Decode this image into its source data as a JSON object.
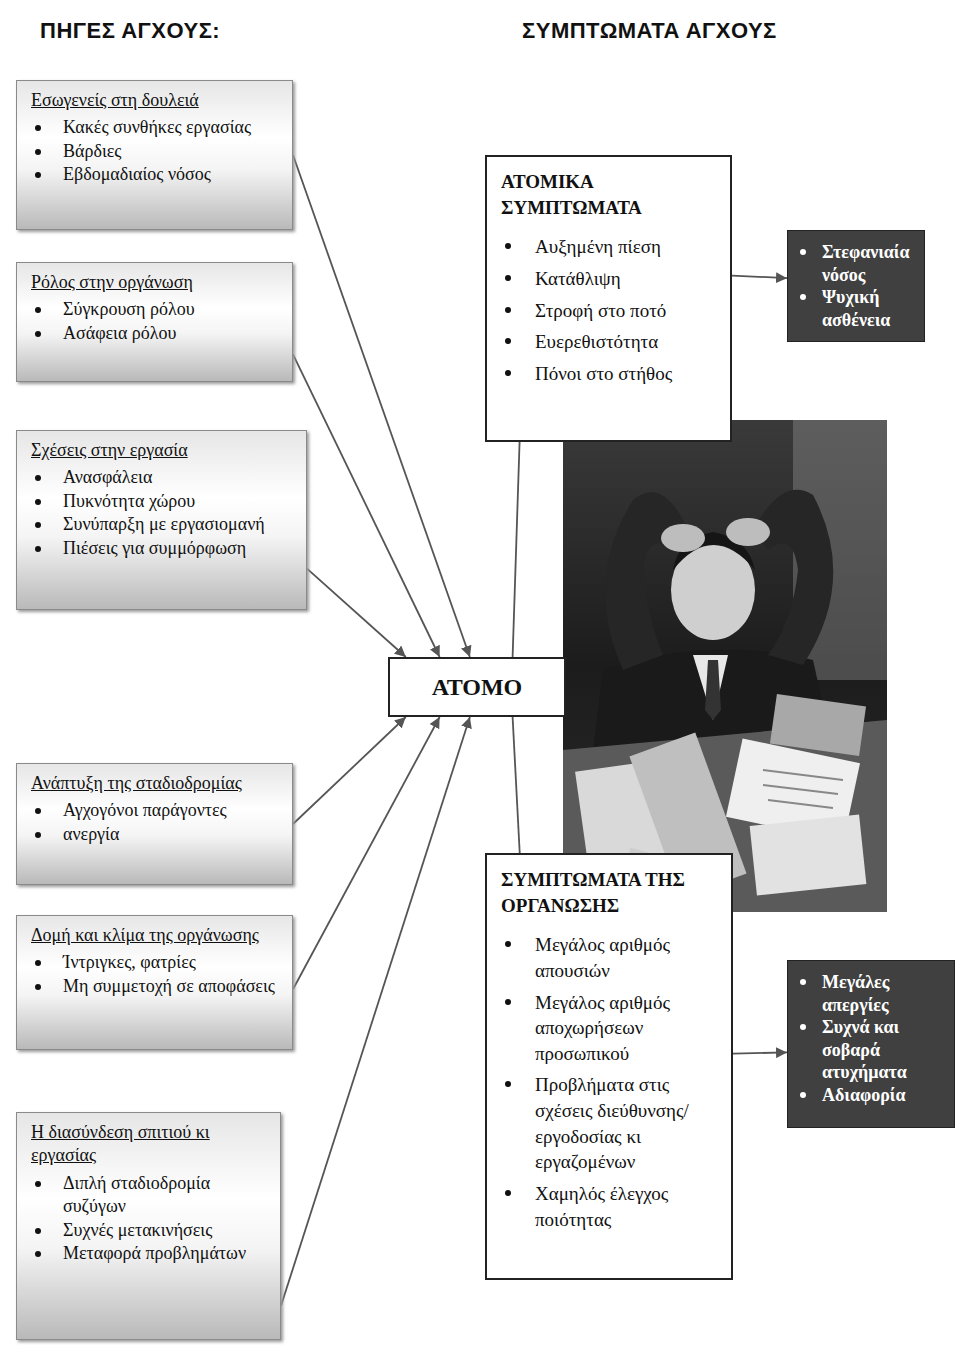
{
  "diagram": {
    "nodes": [
      {
        "text": [
          "Εσωγενείς στη δουλειά",
          "Κακές συνθήκες εργασίας",
          "Βάρδιες",
          "Εβδομαδιαίος νόσος"
        ]
      },
      {
        "text": [
          "Ρόλος στην οργάνωση",
          "Σύγκρουση ρόλου",
          "Ασάφεια ρόλου"
        ]
      },
      {
        "text": [
          "Σχέσεις στην εργασία",
          "Ανασφάλεια",
          "Πυκνότητα χώρου",
          "Συνύπαρξη με εργασιομανή",
          "Πιέσεις για συμμόρφωση"
        ]
      },
      {
        "text": [
          "Ανάπτυξη της σταδιοδρομίας",
          "Αγχογόνοι παράγοντες",
          "ανεργία"
        ]
      },
      {
        "text": [
          "Δομή και κλίμα της οργάνωσης",
          "Ίντριγκες, φατρίες",
          "Μη συμμετοχή σε αποφάσεις"
        ]
      },
      {
        "text": [
          "Η διασύνδεση σπιτιού κι εργασίας",
          "Διπλή σταδιοδρομία συζύγων",
          "Συχνές μετακινήσεις",
          "Μεταφορά προβλημάτων"
        ]
      },
      {
        "text": [
          "ΑΤΟΜΟ"
        ]
      },
      {
        "text": [
          "ΑΤΟΜΙΚΑ ΣΥΜΠΤΩΜΑΤΑ",
          "Αυξημένη πίεση",
          "Κατάθλιψη",
          "Στροφή στο ποτό",
          "Ευερεθιστότητα",
          "Πόνοι στο στήθος"
        ]
      },
      {
        "text": [
          "Στεφανιαία νόσος",
          "Ψυχική ασθένεια"
        ]
      },
      {
        "text": [
          "ΣΥΜΠΤΩΜΑΤΑ ΤΗΣ ΟΡΓΑΝΩΣΗΣ",
          "Μεγάλος αριθμός απουσιών",
          "Μεγάλος αριθμός αποχωρήσεων προσωπικού",
          "Προβλήματα στις σχέσεις διεύθυνσης/ εργοδοσίας κι εργαζομένων",
          "Χαμηλός έλεγχος ποιότητας"
        ]
      },
      {
        "text": [
          "Μεγάλες απεργίες",
          "Συχνά και σοβαρά ατυχήματα",
          "Αδιαφορία"
        ]
      }
    ],
    "edges": [
      {
        "from": 0,
        "to": 6,
        "arrow": "to"
      },
      {
        "from": 1,
        "to": 6,
        "arrow": "to"
      },
      {
        "from": 2,
        "to": 6,
        "arrow": "to"
      },
      {
        "from": 3,
        "to": 6,
        "arrow": "to"
      },
      {
        "from": 4,
        "to": 6,
        "arrow": "to"
      },
      {
        "from": 5,
        "to": 6,
        "arrow": "to"
      },
      {
        "from": 6,
        "to": 7,
        "arrow": "none"
      },
      {
        "from": 6,
        "to": 9,
        "arrow": "none"
      },
      {
        "from": 7,
        "to": 8,
        "arrow": "to"
      },
      {
        "from": 9,
        "to": 10,
        "arrow": "to"
      }
    ],
    "labels": [
      "ΠΗΓΕΣ ΑΓΧΟΥΣ:",
      "ΣΥΜΠΤΩΜΑΤΑ ΑΓΧΟΥΣ"
    ]
  }
}
